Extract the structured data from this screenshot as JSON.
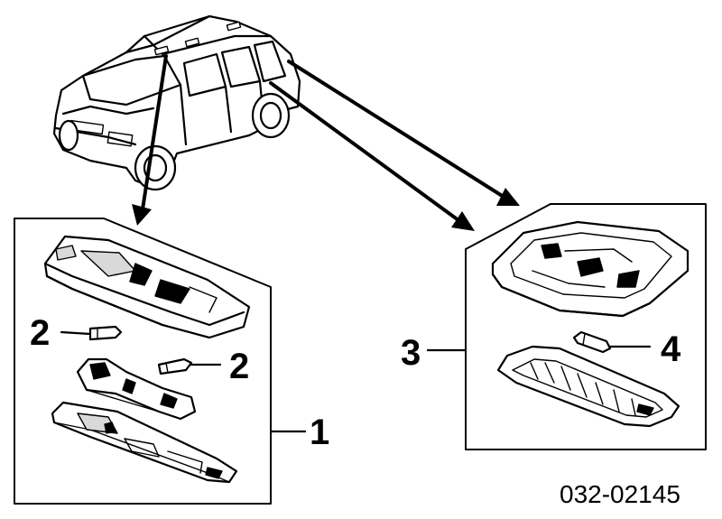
{
  "callouts": {
    "assembly_left": "1",
    "bulb_left_a": "2",
    "bulb_left_b": "2",
    "assembly_right": "3",
    "bulb_right": "4"
  },
  "part_code": "032-02145",
  "icons": [
    "vehicle-icon",
    "map-light-assembly-icon",
    "dome-light-assembly-icon",
    "bulb-icon"
  ]
}
